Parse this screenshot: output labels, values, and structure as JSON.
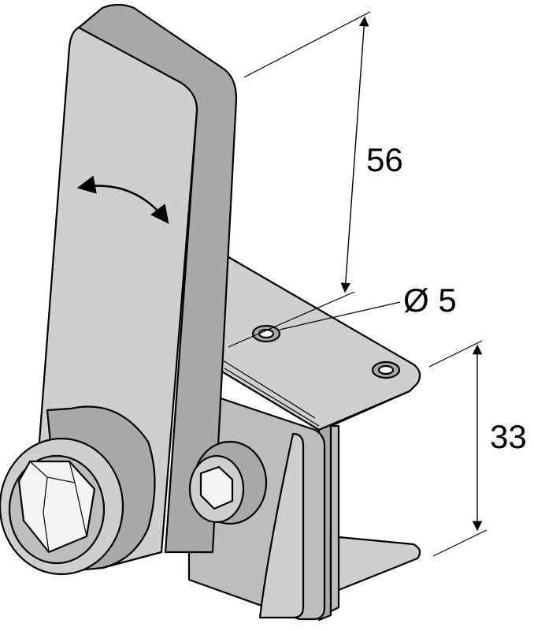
{
  "dimensions": {
    "height": "56",
    "hole": "Ø 5",
    "depth": "33"
  },
  "colors": {
    "metal_light": "#cfcfcf",
    "metal_mid": "#bdbdbd",
    "metal_dark": "#a9a9a9",
    "line": "#000000",
    "background": "#ffffff"
  },
  "icons": {
    "rotation": "curved-double-arrow-icon",
    "socket": "hex-socket-icon"
  }
}
